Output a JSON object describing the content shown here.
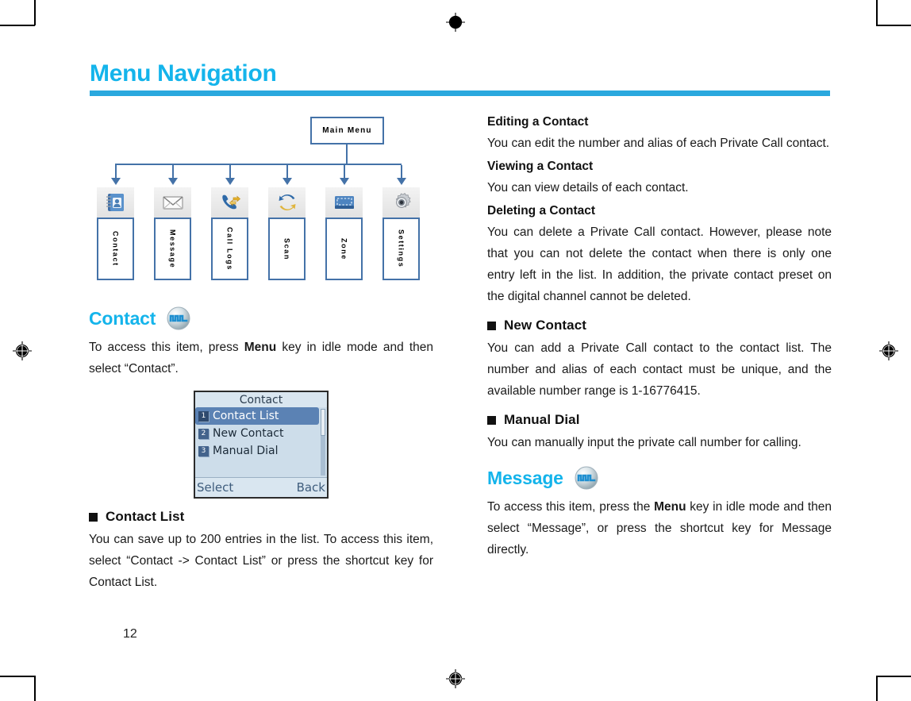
{
  "page": {
    "title": "Menu Navigation",
    "number": "12",
    "accent_color": "#14b4eb",
    "rule_color": "#2aa8de",
    "diagram_line_color": "#4472a8"
  },
  "menu_tree": {
    "root_label": "Main Menu",
    "leaves": [
      {
        "label": "Contact",
        "icon": "address-book-icon"
      },
      {
        "label": "Message",
        "icon": "envelope-icon"
      },
      {
        "label": "Call Logs",
        "icon": "phone-arrow-icon"
      },
      {
        "label": "Scan",
        "icon": "refresh-arrows-icon"
      },
      {
        "label": "Zone",
        "icon": "zone-rectangle-icon"
      },
      {
        "label": "Settings",
        "icon": "gear-icon"
      }
    ]
  },
  "left_column": {
    "contact_heading": "Contact",
    "contact_heading_icon": "square-wave-sphere-icon",
    "contact_intro_1": "To access this item, press ",
    "contact_intro_key": "Menu",
    "contact_intro_2": " key in idle mode and then select “Contact”.",
    "phone_screen": {
      "title": "Contact",
      "rows": [
        {
          "num": "1",
          "label": "Contact List",
          "selected": true
        },
        {
          "num": "2",
          "label": "New Contact",
          "selected": false
        },
        {
          "num": "3",
          "label": "Manual Dial",
          "selected": false
        }
      ],
      "softkey_left": "Select",
      "softkey_right": "Back"
    },
    "contact_list_heading": "Contact List",
    "contact_list_body": "You can save up to 200 entries in the list. To access this item, select “Contact -> Contact List” or press the shortcut key for Contact List."
  },
  "right_column": {
    "editing_heading": "Editing a Contact",
    "editing_body": "You can edit the number and alias of each Private Call contact.",
    "viewing_heading": "Viewing a Contact",
    "viewing_body": "You can view details of each contact.",
    "deleting_heading": "Deleting a Contact",
    "deleting_body": "You can delete a Private Call contact. However, please note that you can not delete the contact when there is only one entry left in the list. In addition, the private contact preset on the digital channel cannot be deleted.",
    "new_contact_heading": "New Contact",
    "new_contact_body": "You can add a Private Call contact to the contact list. The number and alias of each contact must be unique, and the available number range is 1-16776415.",
    "manual_dial_heading": "Manual Dial",
    "manual_dial_body": "You can manually input the private call number for calling.",
    "message_heading": "Message",
    "message_heading_icon": "square-wave-sphere-icon",
    "message_intro_1": "To access this item, press the ",
    "message_intro_key": "Menu",
    "message_intro_2": " key in idle mode and then select “Message”, or press the shortcut key for Message directly."
  }
}
